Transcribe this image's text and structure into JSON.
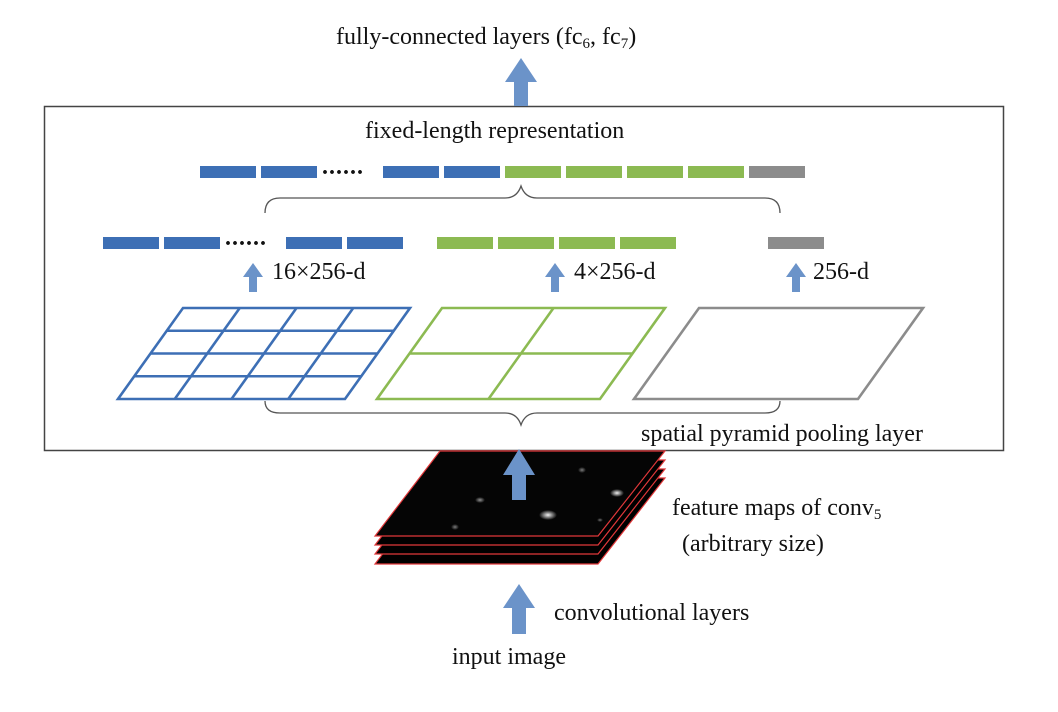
{
  "top_label": {
    "main": "fully-connected layers (fc",
    "sub1": "6",
    "mid": ", fc",
    "sub2": "7",
    "close": ")"
  },
  "representation_label": "fixed-length representation",
  "pyramid_label": "spatial pyramid pooling layer",
  "dots": "......",
  "bins": [
    {
      "name": "4x4-grid",
      "dim_label": "16×256-d",
      "grid": 4,
      "color": "#3d6fb5"
    },
    {
      "name": "2x2-grid",
      "dim_label": "4×256-d",
      "grid": 2,
      "color": "#8cba52"
    },
    {
      "name": "1x1-grid",
      "dim_label": "256-d",
      "grid": 1,
      "color": "#8c8c8c"
    }
  ],
  "feature_maps_label": {
    "line1_main": "feature maps of conv",
    "line1_sub": "5",
    "line2": "(arbitrary size)"
  },
  "conv_layers_label": "convolutional layers",
  "input_label": "input image",
  "colors": {
    "blue": "#3d6fb5",
    "green": "#8cba52",
    "gray": "#8c8c8c",
    "arrow": "#6b93c9",
    "feature_edge": "#e0383a",
    "frame": "#444444",
    "brace": "#555555"
  }
}
